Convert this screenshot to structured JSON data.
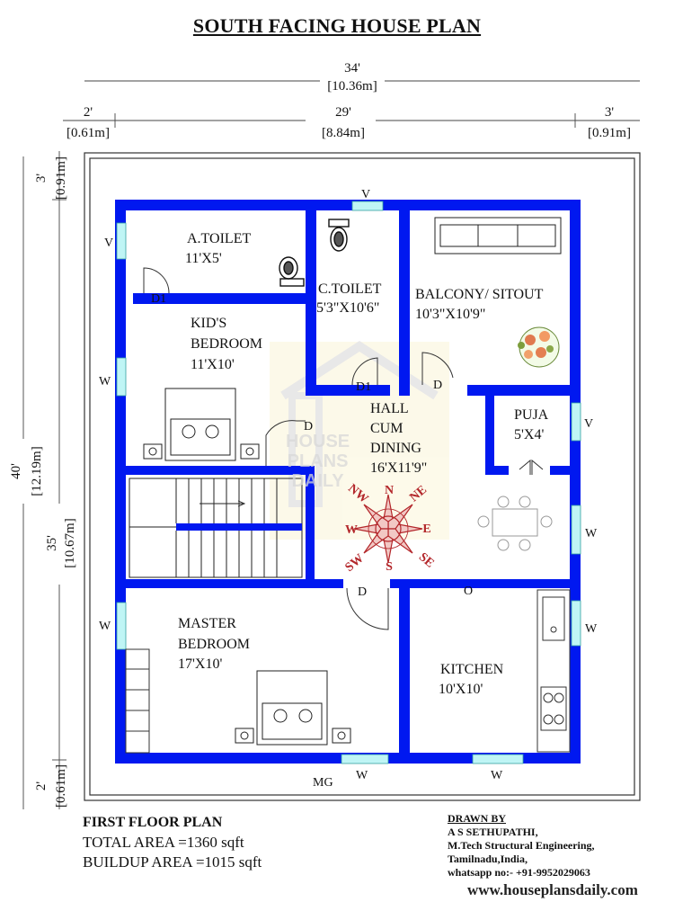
{
  "title": "SOUTH FACING HOUSE PLAN",
  "dimensions": {
    "overall_width_ft": "34'",
    "overall_width_m": "[10.36m]",
    "left_margin_ft": "2'",
    "left_margin_m": "[0.61m]",
    "inner_width_ft": "29'",
    "inner_width_m": "[8.84m]",
    "right_margin_ft": "3'",
    "right_margin_m": "[0.91m]",
    "overall_depth_ft": "40'",
    "overall_depth_m": "[12.19m]",
    "top_margin_ft": "3'",
    "top_margin_m": "[0.91m]",
    "inner_depth_ft": "35'",
    "inner_depth_m": "[10.67m]",
    "bottom_margin_ft": "2'",
    "bottom_margin_m": "[0.61m]"
  },
  "rooms": {
    "a_toilet_name": "A.TOILET",
    "a_toilet_size": "11'X5'",
    "c_toilet_name": "C.TOILET",
    "c_toilet_size": "5'3\"X10'6\"",
    "balcony_name": "BALCONY/ SITOUT",
    "balcony_size": "10'3\"X10'9\"",
    "kids_name_1": "KID'S",
    "kids_name_2": "BEDROOM",
    "kids_size": "11'X10'",
    "hall_1": "HALL",
    "hall_2": "CUM",
    "hall_3": "DINING",
    "hall_size": "16'X11'9\"",
    "puja_name": "PUJA",
    "puja_size": "5'X4'",
    "master_1": "MASTER",
    "master_2": "BEDROOM",
    "master_size": "17'X10'",
    "kitchen_name": "KITCHEN",
    "kitchen_size": "10'X10'"
  },
  "tags": {
    "v": "V",
    "w": "W",
    "d": "D",
    "d1": "D1",
    "o": "O",
    "mg": "MG"
  },
  "compass": {
    "n": "N",
    "s": "S",
    "e": "E",
    "w": "W",
    "ne": "NE",
    "nw": "NW",
    "se": "SE",
    "sw": "SW"
  },
  "footer": {
    "plan_name": "FIRST FLOOR PLAN",
    "total_area": "TOTAL AREA =1360 sqft",
    "buildup_area": "BUILDUP AREA =1015 sqft",
    "drawn_by": "DRAWN BY",
    "author": "A S SETHUPATHI,",
    "qualification": "M.Tech Structural Engineering,",
    "location": "Tamilnadu,India,",
    "contact": "whatsapp no:- +91-9952029063",
    "website": "www.houseplansdaily.com"
  },
  "watermark": {
    "line1": "HOUSE",
    "line2": "PLANS",
    "line3": "DAILY"
  },
  "colors": {
    "wall": "#0018f0",
    "window": "#bff5f5",
    "compass": "#b3262a"
  }
}
